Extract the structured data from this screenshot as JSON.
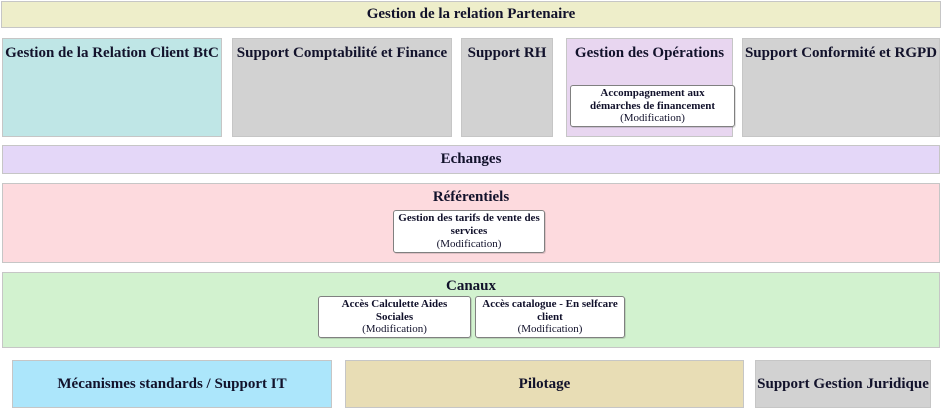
{
  "banner": {
    "title": "Gestion de la relation Partenaire"
  },
  "domains": [
    {
      "key": "crc",
      "title": "Gestion de la Relation Client BtC",
      "color": "#bfe6e6"
    },
    {
      "key": "compta",
      "title": "Support Comptabilité et Finance",
      "color": "#d2d2d2"
    },
    {
      "key": "rh",
      "title": "Support RH",
      "color": "#d2d2d2"
    },
    {
      "key": "ops",
      "title": "Gestion des Opérations",
      "color": "#e8d6f0"
    },
    {
      "key": "rgpd",
      "title": "Support Conformité et RGPD",
      "color": "#d2d2d2"
    }
  ],
  "bands": {
    "echanges": {
      "title": "Echanges",
      "color": "#e4d7f8"
    },
    "referentiels": {
      "title": "Référentiels",
      "color": "#fddade"
    },
    "canaux": {
      "title": "Canaux",
      "color": "#d2f2cf"
    }
  },
  "footer": [
    {
      "key": "mecanismes",
      "title": "Mécanismes standards / Support IT",
      "color": "#ace6fb"
    },
    {
      "key": "pilotage",
      "title": "Pilotage",
      "color": "#e8ddb5"
    },
    {
      "key": "juridique",
      "title": "Support Gestion Juridique",
      "color": "#d2d2d2"
    }
  ],
  "cards": {
    "accompagnement": {
      "title": "Accompagnement aux démarches de financement",
      "status": "(Modification)"
    },
    "tarifs": {
      "title": "Gestion des tarifs de vente des services",
      "status": "(Modification)"
    },
    "calculette": {
      "title": "Accès Calculette Aides Sociales",
      "status": "(Modification)"
    },
    "catalogue": {
      "title": "Accès catalogue - En selfcare client",
      "status": "(Modification)"
    }
  }
}
